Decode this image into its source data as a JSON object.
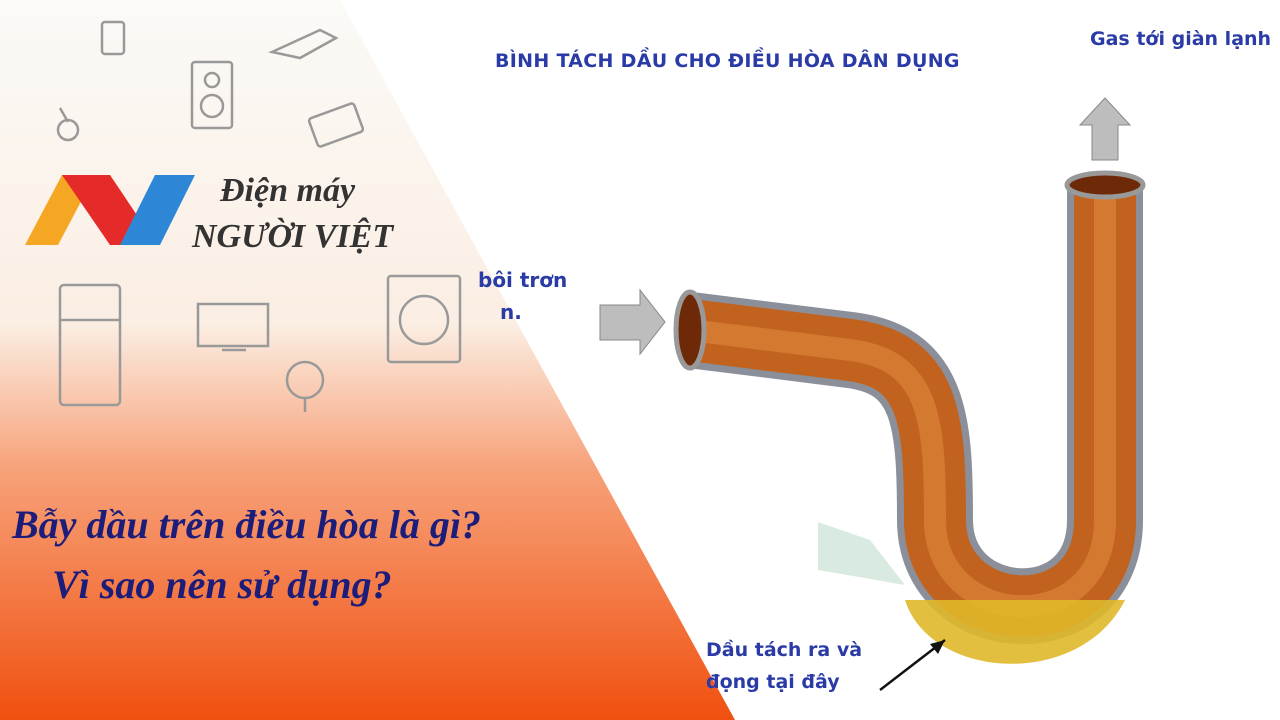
{
  "logo": {
    "line1": "Điện máy",
    "line2": "NGƯỜI VIỆT",
    "colors": [
      "#f5a623",
      "#e52a2a",
      "#2e86d6"
    ]
  },
  "headline": {
    "line1": "Bẫy dầu trên điều hòa là gì?",
    "line2": "Vì sao nên sử dụng?"
  },
  "diagram": {
    "title": "BÌNH TÁCH DẦU CHO ĐIỀU HÒA DÂN DỤNG",
    "gas_label": "Gas tới giàn lạnh",
    "partial_label_1": "bôi trơn",
    "partial_label_2": "n.",
    "oil_label_line1": "Dầu tách ra và",
    "oil_label_line2": "đọng tại đây"
  },
  "colors": {
    "headline": "#1c1d7a",
    "diagram_text": "#2a3aa6",
    "orange": "#f05a14",
    "pipe": "#b5561c"
  }
}
